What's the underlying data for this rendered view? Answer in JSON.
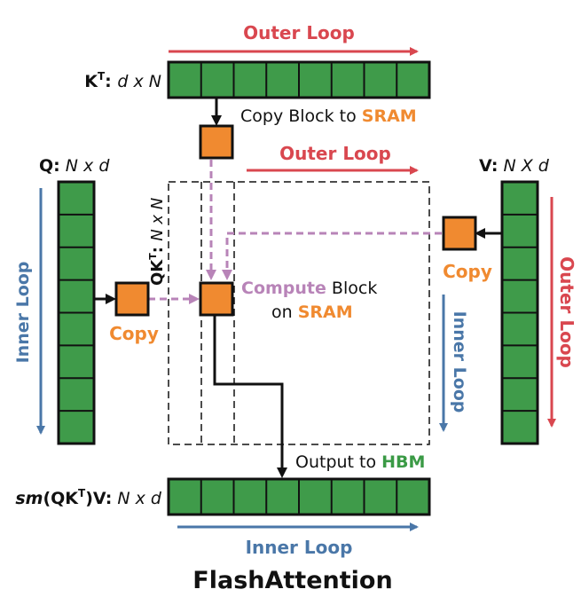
{
  "title": "FlashAttention",
  "colors": {
    "red": "#d9474f",
    "blue": "#4a77a8",
    "green": "#3a9a45",
    "orange": "#f08a30",
    "purple": "#b884b8",
    "cell_green": "#3f9b4a",
    "black": "#111111"
  },
  "labels": {
    "kt_main": "K",
    "kt_sup": "T",
    "kt_rest": ": ",
    "kt_dim": "d x N",
    "q_main": "Q:",
    "q_dim": " N x d",
    "v_main": "V:",
    "v_dim": " N X d",
    "qkt_main": "QK",
    "qkt_sup": "T",
    "qkt_rest": ": ",
    "qkt_dim": "N x N",
    "out_sm": "sm",
    "out_qk": "(QK",
    "out_sup": "T",
    "out_v": ")V:",
    "out_dim": " N x d",
    "outer_loop_top": "Outer Loop",
    "outer_loop_mid": "Outer Loop",
    "outer_loop_right": "Outer Loop",
    "inner_loop_left": "Inner Loop",
    "inner_loop_right": "Inner Loop",
    "inner_loop_bottom": "Inner Loop",
    "copy_block_text": "Copy Block to ",
    "copy_block_sram": "SRAM",
    "copy_left": "Copy",
    "copy_right": "Copy",
    "compute_word": "Compute",
    "compute_rest": " Block",
    "on_word": "on ",
    "on_sram": "SRAM",
    "output_text": "Output to ",
    "output_hbm": "HBM"
  }
}
